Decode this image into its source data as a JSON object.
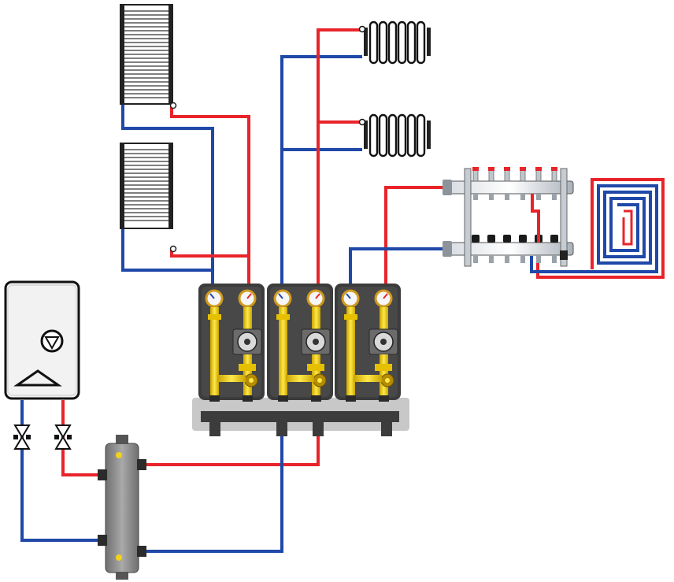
{
  "diagram": {
    "colors": {
      "supply": "#e8242a",
      "return": "#1f48a8",
      "housing": "#3c3c3c",
      "housing_light": "#5a5a5a",
      "brass": "#f2d21a",
      "manifold": "#b9c2cc",
      "boiler": "#f2f2f2",
      "separator": "#8e8e8e",
      "base": "#c8c8c8"
    },
    "pump_groups": [
      {
        "id": "group-1",
        "serves": "towel-radiators"
      },
      {
        "id": "group-2",
        "serves": "panel-radiators"
      },
      {
        "id": "group-3",
        "serves": "underfloor-heating"
      }
    ],
    "icons": {
      "boiler_pump": "pump-symbol-icon",
      "boiler_flame": "triangle-icon",
      "valve": "butterfly-valve-icon",
      "gauge": "thermometer-gauge-icon"
    }
  }
}
